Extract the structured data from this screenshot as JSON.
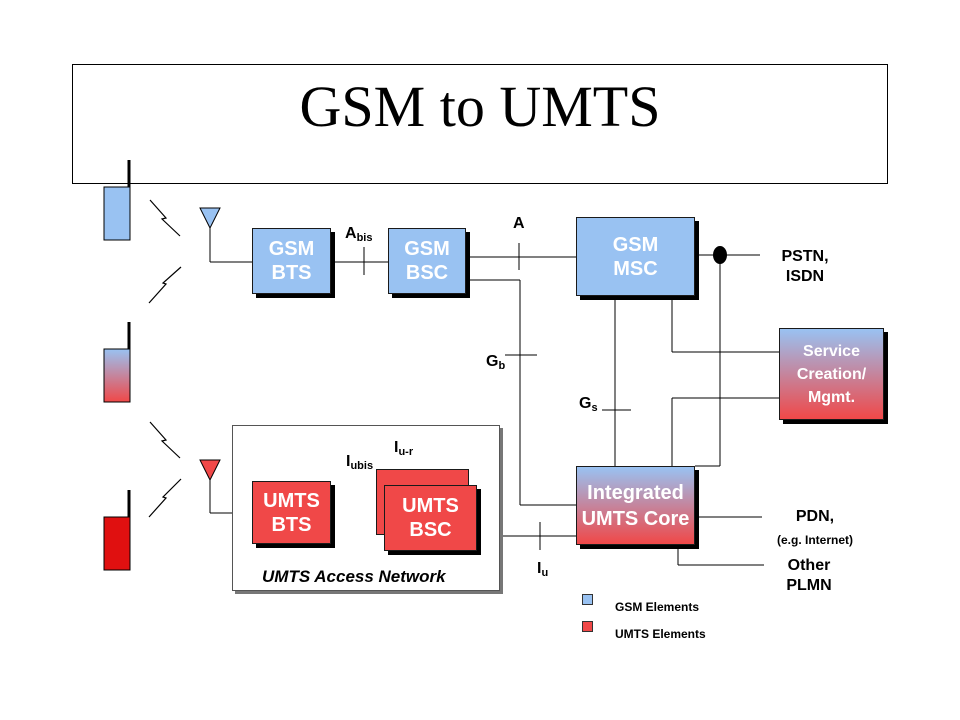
{
  "title": "GSM to UMTS",
  "blocks": {
    "gsm_bts": "GSM\nBTS",
    "gsm_bsc": "GSM\nBSC",
    "gsm_msc": "GSM\nMSC",
    "umts_bts": "UMTS\nBTS",
    "umts_bsc": "UMTS\nBSC",
    "core": "Integrated\nUMTS Core",
    "service": "Service\nCreation/\nMgmt."
  },
  "interfaces": {
    "abis": {
      "main": "A",
      "sub": "bis"
    },
    "a": "A",
    "gb": {
      "main": "G",
      "sub": "b"
    },
    "gs": {
      "main": "G",
      "sub": "s"
    },
    "iubis": {
      "main": "I",
      "sub": "ubis"
    },
    "iur": {
      "main": "I",
      "sub": "u-r"
    },
    "iu": {
      "main": "I",
      "sub": "u"
    }
  },
  "networks": {
    "pstn": "PSTN,\nISDN",
    "pdn": "PDN,",
    "pdn_note": "(e.g. Internet)",
    "plmn": "Other\nPLMN"
  },
  "access_network_label": "UMTS Access Network",
  "legend": {
    "gsm": "GSM Elements",
    "umts": "UMTS Elements"
  },
  "colors": {
    "gsm": "#99c2f2",
    "umts": "#f04848",
    "phone_red": "#e01010"
  }
}
